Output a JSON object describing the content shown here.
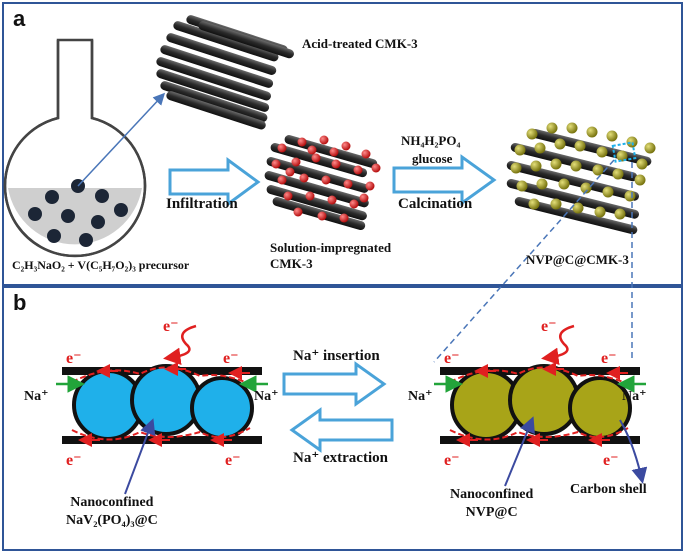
{
  "panel_a": {
    "label": "a",
    "acid_treated": "Acid-treated CMK-3",
    "infiltration": "Infiltration",
    "calcination": "Calcination",
    "reagent_1": "NH₄H₂PO₄",
    "reagent_2": "glucose",
    "precursor": "C₂H₃NaO₂ + V(C₅H₇O₂)₃ precursor",
    "solution_line1": "Solution-impregnated",
    "solution_line2": "CMK-3",
    "product": "NVP@C@CMK-3"
  },
  "panel_b": {
    "label": "b",
    "electron": "e⁻",
    "sodium": "Na⁺",
    "insertion": "Na⁺ insertion",
    "extraction": "Na⁺ extraction",
    "left_caption_1": "Nanoconfined",
    "left_caption_2": "NaV₂(PO₄)₃@C",
    "right_caption_1": "Nanoconfined",
    "right_caption_2": "NVP@C",
    "carbon_shell": "Carbon shell"
  },
  "colors": {
    "frame": "#2f5597",
    "arrow": "#4aa3d9",
    "electron": "#e02020",
    "sodium_arrow": "#22a43a",
    "particle_blue": "#1fb0ea",
    "particle_olive": "#a8a418",
    "rod": "#3a3a3a"
  }
}
